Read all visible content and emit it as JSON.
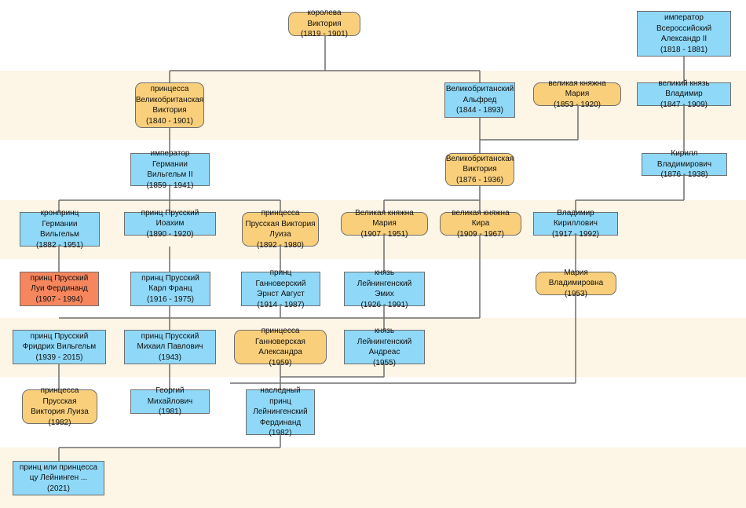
{
  "colors": {
    "male": "#8fd8f7",
    "female": "#f9cf7b",
    "highlight": "#f6865d",
    "band": "#fdf5e6",
    "line": "#6f6f6f"
  },
  "nodes": {
    "victoria": {
      "name": "королева Виктория",
      "dates": "(1819 - 1901)"
    },
    "alexander2": {
      "name": "император Всероссийский Александр II",
      "dates": "(1818 - 1881)"
    },
    "princess_victoria": {
      "name": "принцесса Великобританская Виктория",
      "dates": "(1840 - 1901)"
    },
    "alfred": {
      "name": "Великобританский Альфред",
      "dates": "(1844 - 1893)"
    },
    "maria_1853": {
      "name": "великая княжна Мария",
      "dates": "(1853 - 1920)"
    },
    "vladimir_1847": {
      "name": "великий князь Владимир",
      "dates": "(1847 - 1909)"
    },
    "wilhelm2": {
      "name": "император Германии Вильгельм II",
      "dates": "(1859 - 1941)"
    },
    "victoria_1876": {
      "name": "Великобританская Виктория",
      "dates": "(1876 - 1936)"
    },
    "kirill": {
      "name": "Кирилл Владимирович",
      "dates": "(1876 - 1938)"
    },
    "crown_prince": {
      "name": "кронпринц Германии Вильгельм",
      "dates": "(1882 - 1951)"
    },
    "joachim": {
      "name": "принц Прусский Иоахим",
      "dates": "(1890 - 1920)"
    },
    "viktoria_luise_1892": {
      "name": "принцесса Прусская Виктория Луиза",
      "dates": "(1892 - 1980)"
    },
    "maria_1907": {
      "name": "Великая княжна Мария",
      "dates": "(1907 - 1951)"
    },
    "kira": {
      "name": "великая княжна Кира",
      "dates": "(1909 - 1967)"
    },
    "vladimir_1917": {
      "name": "Владимир Кириллович",
      "dates": "(1917 - 1992)"
    },
    "louis_ferdinand": {
      "name": "принц Прусский Луи Фердинанд",
      "dates": "(1907 - 1994)"
    },
    "karl_franz": {
      "name": "принц Прусский Карл Франц",
      "dates": "(1916 - 1975)"
    },
    "ernst_august": {
      "name": "принц Ганноверский Эрнст Август",
      "dates": "(1914 - 1987)"
    },
    "emich": {
      "name": "князь Лейнингенский Эмих",
      "dates": "(1926 - 1991)"
    },
    "maria_vl": {
      "name": "Мария Владимировна",
      "dates": "(1953)"
    },
    "friedrich_wilhelm": {
      "name": "принц Прусский Фридрих Вильгельм",
      "dates": "(1939 - 2015)"
    },
    "michael": {
      "name": "принц Прусский Михаил Павлович",
      "dates": "(1943)"
    },
    "alexandra": {
      "name": "принцесса Ганноверская Александра",
      "dates": "(1959)"
    },
    "andreas": {
      "name": "князь Лейнингенский Андреас",
      "dates": "(1955)"
    },
    "viktoria_luise_1982": {
      "name": "принцесса Прусская Виктория Луиза",
      "dates": "(1982)"
    },
    "georgy": {
      "name": "Георгий Михайлович",
      "dates": "(1981)"
    },
    "ferdinand": {
      "name": "наследный принц Лейнингенский Фердинанд",
      "dates": "(1982)"
    },
    "child_2021": {
      "name": "принц или принцесса цу Лейнинген ...",
      "dates": "(2021)"
    }
  }
}
